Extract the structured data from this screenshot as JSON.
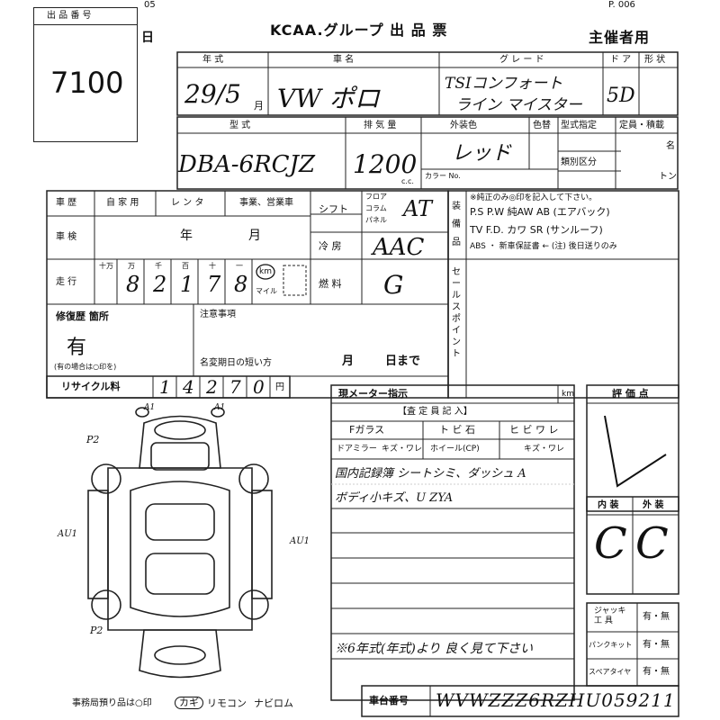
{
  "top": {
    "page_num_left": "05",
    "page_num_right": "P. 006",
    "title": "KCAA.グループ 出 品 票",
    "organizer": "主催者用",
    "day_suffix": "日"
  },
  "lot": {
    "label": "出 品 番 号",
    "value": "7100"
  },
  "header_row": {
    "year_label": "年 式",
    "year_value": "29/5",
    "year_unit": "月",
    "name_label": "車 名",
    "name_value": "VW ポロ",
    "grade_label": "グ レ ー ド",
    "grade_line1": "TSIコンフォート",
    "grade_line2": "ライン マイスター",
    "doors_label": "ド ア",
    "doors_value": "5D",
    "shape_label": "形 状"
  },
  "row2": {
    "model_label": "型 式",
    "model_value": "DBA-6RCJZ",
    "engine_label": "排 気 量",
    "engine_value": "1200",
    "engine_unit": "c.c.",
    "color_label": "外装色",
    "color_value": "レッド",
    "colorno_label": "色替",
    "color_code_label": "カラー No.",
    "spec_label": "型式指定",
    "class_label": "類別区分",
    "capacity_label": "定員・積載",
    "capacity_unit1": "名",
    "capacity_unit2": "トン"
  },
  "history": {
    "label": "車 歴",
    "opt1": "自 家 用",
    "opt2": "レ ン タ",
    "opt3": "事業、営業車",
    "inspect_label": "車 検",
    "inspect_year": "年",
    "inspect_month": "月",
    "mileage_label": "走 行",
    "digit_labels": [
      "十万",
      "万",
      "千",
      "百",
      "十",
      "一"
    ],
    "mileage_digits": [
      "8",
      "2",
      "1",
      "7",
      "8"
    ],
    "km_label": "km",
    "mile_label": "マイル",
    "repair_label": "修復歴 箇所",
    "repair_value": "有",
    "repair_note": "(有の場合は○印を)",
    "caution_label": "注意事項",
    "short_term_label": "名変期日の短い方",
    "month_label": "月",
    "day_label": "日まで",
    "recycle_label": "リサイクル料",
    "recycle_digits": [
      "1",
      "4",
      "2",
      "7",
      "0"
    ],
    "recycle_unit": "円"
  },
  "drive": {
    "shift_label": "シフト",
    "shift_opts": [
      "フロア",
      "コラム",
      "パネル"
    ],
    "shift_value": "AT",
    "ac_label": "冷 房",
    "ac_value": "AAC",
    "fuel_label": "燃 料",
    "fuel_value": "G"
  },
  "equip": {
    "label": "装 備 品",
    "note": "※純正のみ◎印を記入して下さい。",
    "line1": "P.S  P.W  純AW  AB (エアバック)",
    "line2": "TV  F.D. カワ  SR (サンルーフ)",
    "line3": "ABS ・ 新車保証書 ← (注) 後日送りのみ"
  },
  "sales_point": {
    "label": "セ ー ル ス ポ イ ン ト"
  },
  "meter": {
    "label": "現メーター指示",
    "unit": "km",
    "assess_label": "【査 定 員 記 入】",
    "glass": "Fガラス",
    "chip": "ト ビ 石",
    "crack": "ヒ ビ ワ レ",
    "mirror": "ドアミラー",
    "scratch": "キズ・ワレ",
    "wheel": "ホイール(CP)",
    "scratch2": "キズ・ワレ",
    "note1": "国内記録簿 シートシミ、ダッシュ A",
    "note2": "ボディ小キズ、U  ZYA",
    "note3": "※6年式(年式)より 良く見て下さい"
  },
  "score": {
    "label": "評 価 点",
    "value": "4",
    "int_label": "内 装",
    "ext_label": "外 装",
    "int_value": "C",
    "ext_value": "C",
    "jack_label": "ジャッキ 工 具",
    "jack_value": "有・無",
    "puncture_label": "パンクキット",
    "puncture_value": "有・無",
    "spare_label": "スペアタイヤ",
    "spare_value": "有・無"
  },
  "diagram_marks": {
    "m1": "A1",
    "m2": "A1",
    "m3": "P2",
    "m4": "AU1",
    "m5": "AU1",
    "m6": "P2"
  },
  "footer": {
    "keys_note": "事務局預り品は○印",
    "key": "カギ",
    "remote": "リモコン",
    "navi": "ナビロム",
    "chassis_label": "車台番号",
    "chassis_value": "WVWZZZ6RZHU059211"
  }
}
